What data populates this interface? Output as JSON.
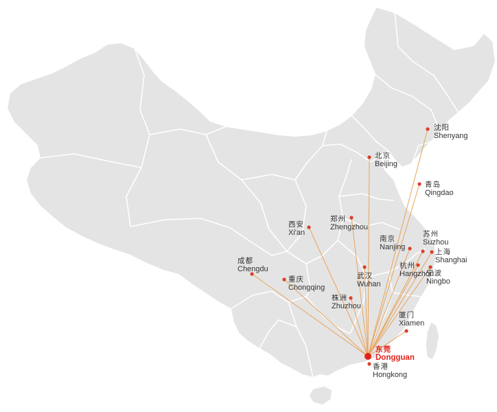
{
  "colors": {
    "land": "#e4e4e4",
    "border": "#ffffff",
    "route": "#e8a35a",
    "city_dot": "#d9402a",
    "hub": "#e2231a",
    "text": "#333333"
  },
  "hub": {
    "id": "dongguan",
    "zh": "东莞",
    "en": "Dongguan"
  },
  "cities": [
    {
      "id": "shenyang",
      "zh": "沈阳",
      "en": "Shenyang"
    },
    {
      "id": "beijing",
      "zh": "北京",
      "en": "Beijing"
    },
    {
      "id": "qingdao",
      "zh": "青岛",
      "en": "Qingdao"
    },
    {
      "id": "zhengzhou",
      "zh": "郑州",
      "en": "Zhengzhou"
    },
    {
      "id": "xian",
      "zh": "西安",
      "en": "Xi'an"
    },
    {
      "id": "nanjing",
      "zh": "南京",
      "en": "Nanjing"
    },
    {
      "id": "suzhou",
      "zh": "苏州",
      "en": "Suzhou"
    },
    {
      "id": "shanghai",
      "zh": "上海",
      "en": "Shanghai"
    },
    {
      "id": "hangzhou",
      "zh": "杭州",
      "en": "Hangzhou"
    },
    {
      "id": "ningbo",
      "zh": "宁波",
      "en": "Ningbo"
    },
    {
      "id": "wuhan",
      "zh": "武汉",
      "en": "Wuhan"
    },
    {
      "id": "chengdu",
      "zh": "成都",
      "en": "Chengdu"
    },
    {
      "id": "chongqing",
      "zh": "重庆",
      "en": "Chongqing"
    },
    {
      "id": "zhuzhou",
      "zh": "株洲",
      "en": "Zhuzhou"
    },
    {
      "id": "xiamen",
      "zh": "厦门",
      "en": "Xiamen"
    },
    {
      "id": "hongkong",
      "zh": "香港",
      "en": "Hongkong"
    }
  ]
}
